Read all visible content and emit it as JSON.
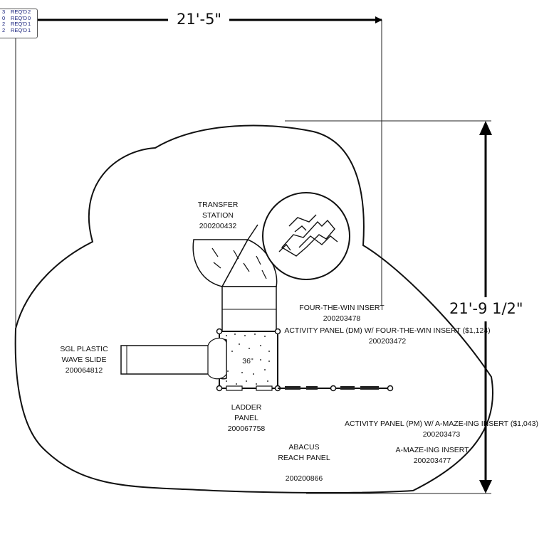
{
  "dimensions": {
    "width": "21'-5\"",
    "depth": "21'-9 1/2\""
  },
  "legend_rows": [
    {
      "qty": "3",
      "unit": "REQ'D",
      "count": "2"
    },
    {
      "qty": "0",
      "unit": "REQ'D",
      "count": "0"
    },
    {
      "qty": "2",
      "unit": "REQ'D",
      "count": "1"
    },
    {
      "qty": "2",
      "unit": "REQ'D",
      "count": "1"
    }
  ],
  "deck_label": "36\"",
  "labels": {
    "transfer_station": {
      "line1": "TRANSFER",
      "line2": "STATION",
      "part": "200200432"
    },
    "slide": {
      "line1": "SGL PLASTIC",
      "line2": "WAVE SLIDE",
      "part": "200064812"
    },
    "ladder": {
      "line1": "LADDER",
      "line2": "PANEL",
      "part": "200067758"
    },
    "abacus": {
      "line1": "ABACUS",
      "line2": "REACH PANEL",
      "part": "200200866"
    },
    "four_win_insert": {
      "name": "FOUR-THE-WIN INSERT",
      "part": "200203478"
    },
    "activity_dm": {
      "name": "ACTIVITY PANEL (DM) W/ FOUR-THE-WIN INSERT ($1,124)",
      "part": "200203472"
    },
    "activity_pm": {
      "name": "ACTIVITY PANEL (PM) W/ A-MAZE-ING INSERT ($1,043)",
      "part": "200203473"
    },
    "amazeing_insert": {
      "name": "A-MAZE-ING INSERT",
      "part": "200203477"
    }
  }
}
